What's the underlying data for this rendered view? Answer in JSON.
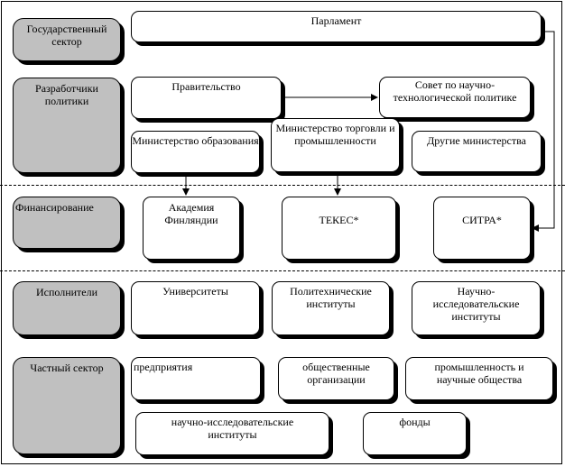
{
  "categories": {
    "government_sector": "Государственный сектор",
    "policy_makers": "Разработчики политики",
    "funding": "Финансирование",
    "performers": "Исполнители",
    "private_sector": "Частный сектор"
  },
  "nodes": {
    "parliament": "Парламент",
    "government": "Правительство",
    "science_tech_council": "Совет по научно-технологической политике",
    "ministry_education": "Министерство образования",
    "ministry_trade_industry": "Министерство торговли и промышленности",
    "other_ministries": "Другие министерства",
    "academy_finland": "Академия Финляндии",
    "tekes": "ТЕКЕС*",
    "sitra": "СИТРА*",
    "universities": "Университеты",
    "polytechnics": "Политехнические институты",
    "research_institutes": "Научно-исследовательские институты",
    "enterprises": "предприятия",
    "public_organizations": "общественные организации",
    "industry_scientific_societies": "промышленность и научные общества",
    "private_research_institutes": "научно-исследовательские институты",
    "foundations": "фонды"
  }
}
